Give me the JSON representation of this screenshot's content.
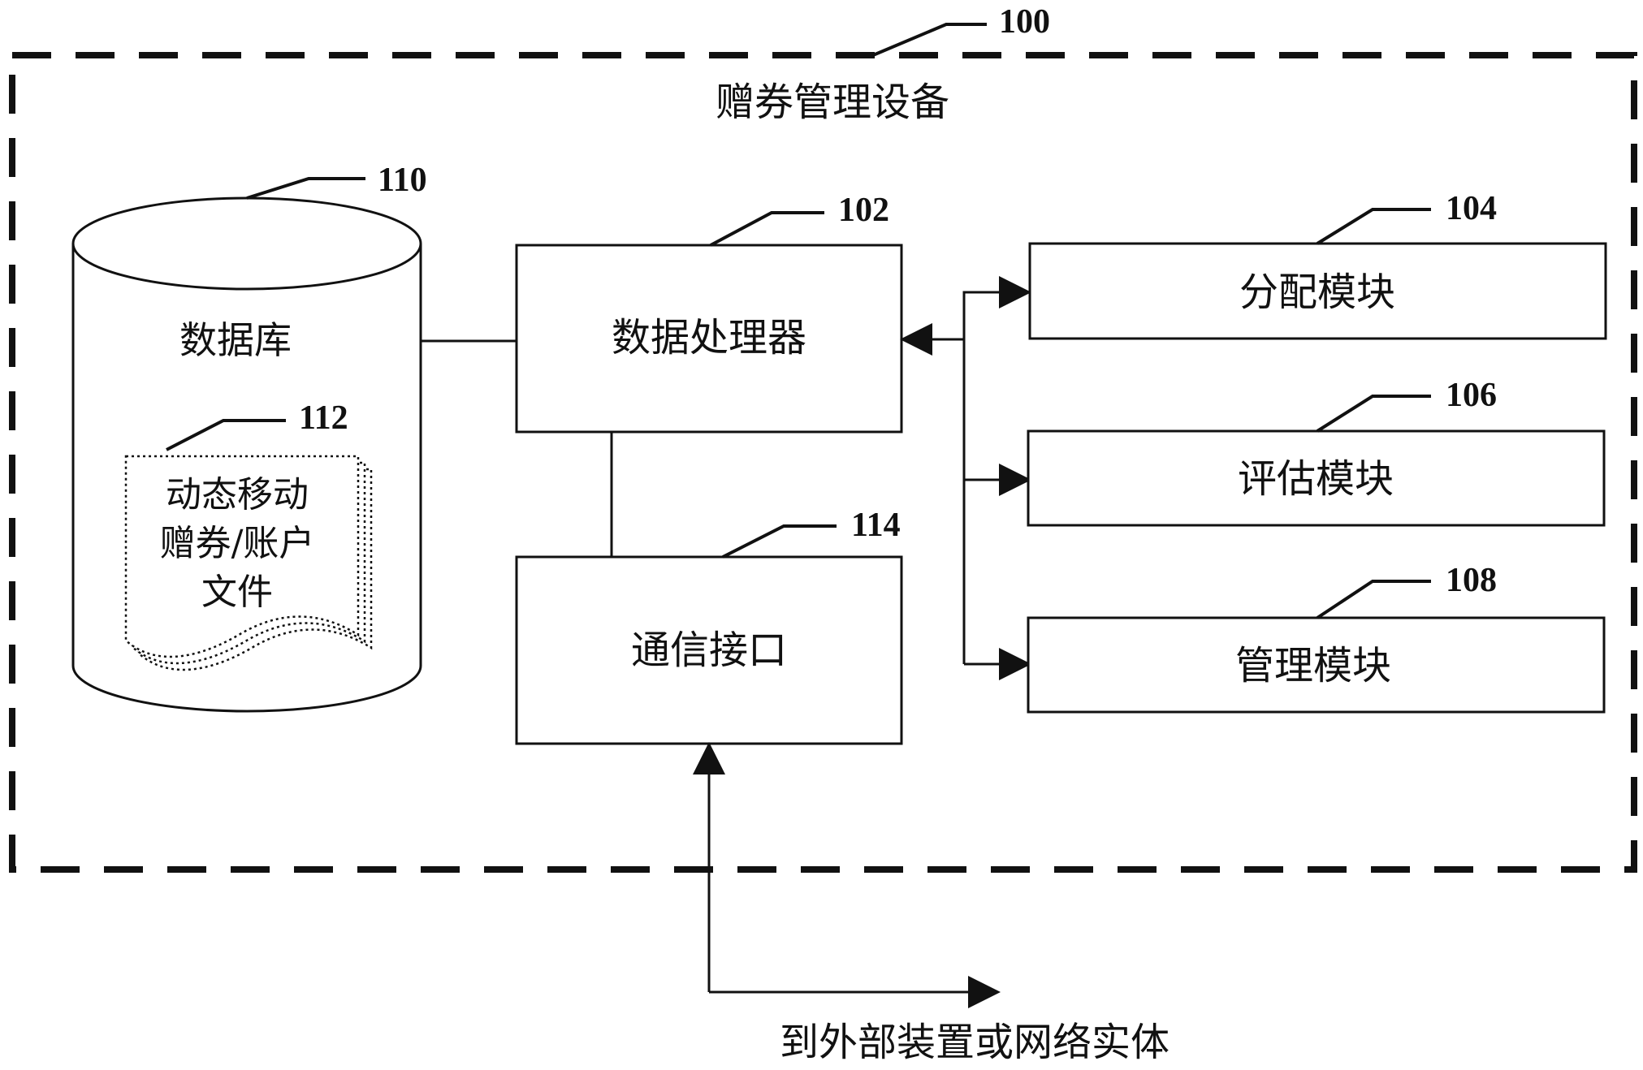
{
  "device": {
    "ref": "100",
    "title": "赠券管理设备"
  },
  "database": {
    "ref": "110",
    "label": "数据库"
  },
  "file": {
    "ref": "112",
    "lines": [
      "动态移动",
      "赠券/账户",
      "文件"
    ]
  },
  "processor": {
    "ref": "102",
    "label": "数据处理器"
  },
  "comm": {
    "ref": "114",
    "label": "通信接口"
  },
  "modules": [
    {
      "ref": "104",
      "label": "分配模块"
    },
    {
      "ref": "106",
      "label": "评估模块"
    },
    {
      "ref": "108",
      "label": "管理模块"
    }
  ],
  "external": {
    "label": "到外部装置或网络实体"
  }
}
